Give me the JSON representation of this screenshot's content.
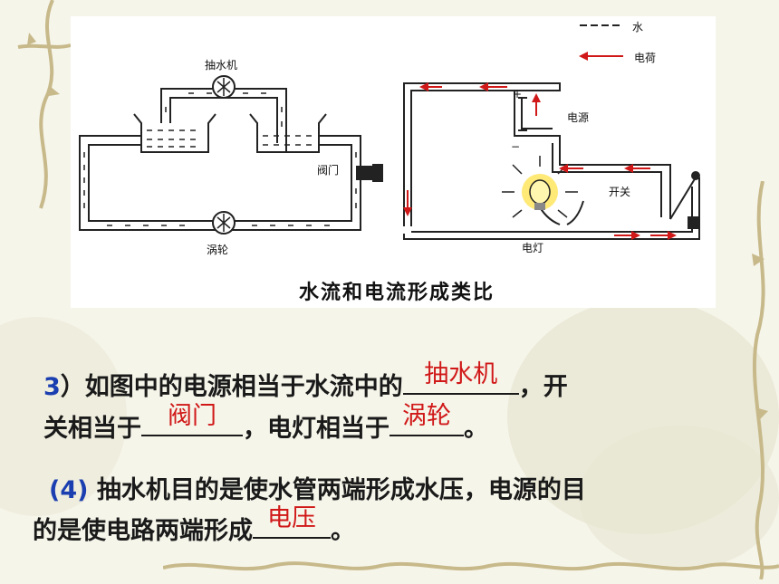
{
  "figure": {
    "legend_water": "水",
    "legend_charge": "电荷",
    "water_labels": {
      "pump": "抽水机",
      "valve": "阀门",
      "turbine": "涡轮"
    },
    "circuit_labels": {
      "power": "电源",
      "switch": "开关",
      "lamp": "电灯",
      "plus": "+",
      "minus": "−"
    },
    "caption": "水流和电流形成类比"
  },
  "question3": {
    "number": "3",
    "part1": "）如图中的电源相当于水流中的",
    "answer1": "抽水机",
    "part2": "，开",
    "part3": "关相当于",
    "answer2": "阀门",
    "part4": "，电灯相当于",
    "answer3": "涡轮",
    "part5": "。"
  },
  "question4": {
    "number": "(4)",
    "part1": " 抽水机目的是使水管两端形成水压，电源的目",
    "part2": "的是使电路两端形成",
    "answer": "电压",
    "part3": "。"
  },
  "colors": {
    "answer": "#d01818",
    "number": "#1b3fb0",
    "arrow": "#d01818"
  }
}
